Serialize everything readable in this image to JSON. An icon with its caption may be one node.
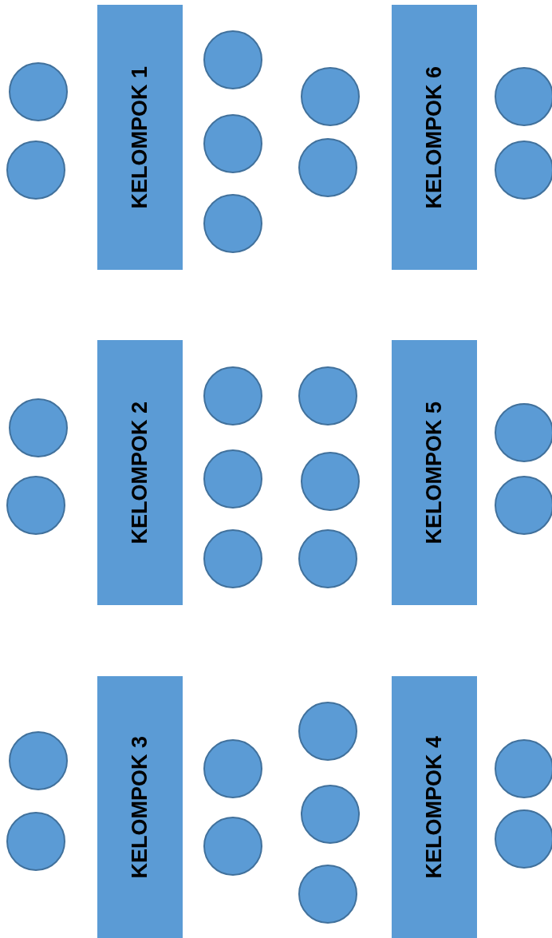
{
  "diagram": {
    "nodes": [
      {
        "text": [
          "KELOMPOK 1"
        ]
      },
      {
        "text": [
          "KELOMPOK 6"
        ]
      },
      {
        "text": [
          "KELOMPOK 2"
        ]
      },
      {
        "text": [
          "KELOMPOK 5"
        ]
      },
      {
        "text": [
          "KELOMPOK 3"
        ]
      },
      {
        "text": [
          "KELOMPOK 4"
        ]
      },
      {
        "text": [],
        "shape": "circle"
      },
      {
        "text": [],
        "shape": "circle"
      },
      {
        "text": [],
        "shape": "circle"
      },
      {
        "text": [],
        "shape": "circle"
      },
      {
        "text": [],
        "shape": "circle"
      },
      {
        "text": [],
        "shape": "circle"
      },
      {
        "text": [],
        "shape": "circle"
      },
      {
        "text": [],
        "shape": "circle"
      },
      {
        "text": [],
        "shape": "circle"
      },
      {
        "text": [],
        "shape": "circle"
      },
      {
        "text": [],
        "shape": "circle"
      },
      {
        "text": [],
        "shape": "circle"
      },
      {
        "text": [],
        "shape": "circle"
      },
      {
        "text": [],
        "shape": "circle"
      },
      {
        "text": [],
        "shape": "circle"
      },
      {
        "text": [],
        "shape": "circle"
      },
      {
        "text": [],
        "shape": "circle"
      },
      {
        "text": [],
        "shape": "circle"
      },
      {
        "text": [],
        "shape": "circle"
      },
      {
        "text": [],
        "shape": "circle"
      },
      {
        "text": [],
        "shape": "circle"
      },
      {
        "text": [],
        "shape": "circle"
      },
      {
        "text": [],
        "shape": "circle"
      },
      {
        "text": [],
        "shape": "circle"
      },
      {
        "text": [],
        "shape": "circle"
      },
      {
        "text": [],
        "shape": "circle"
      },
      {
        "text": [],
        "shape": "circle"
      },
      {
        "text": [],
        "shape": "circle"
      }
    ]
  }
}
